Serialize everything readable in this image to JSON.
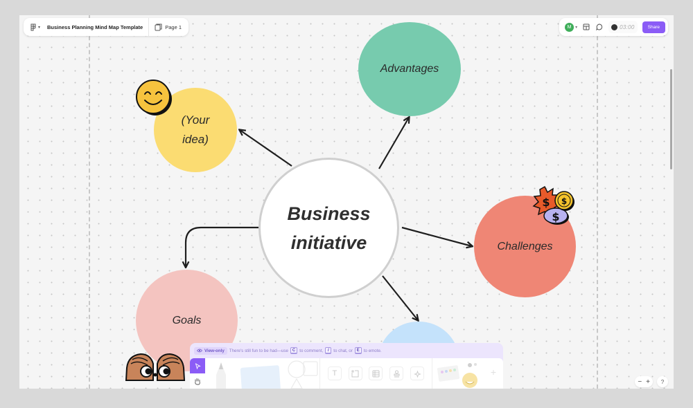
{
  "header": {
    "menu_icon": "figjam-logo-icon",
    "file_title": "Business Planning Mind Map Template",
    "page_label": "Page 1",
    "page_icon": "pages-icon"
  },
  "header_right": {
    "avatar_initial": "M",
    "avatar_color": "#3fae5a",
    "layout_icon": "layout-icon",
    "comment_icon": "comment-icon",
    "timer_text": "03:00",
    "share_label": "Share",
    "share_color": "#8b5cf6"
  },
  "mindmap": {
    "center": {
      "line1": "Business",
      "line2": "initiative",
      "fill": "#ffffff",
      "border": "#cfcfcf"
    },
    "nodes": [
      {
        "id": "idea",
        "line1": "(Your",
        "line2": "idea)",
        "fill": "#fbdc72"
      },
      {
        "id": "advantages",
        "label": "Advantages",
        "fill": "#77cbae"
      },
      {
        "id": "challenges",
        "label": "Challenges",
        "fill": "#ef8675"
      },
      {
        "id": "goals",
        "label": "Goals",
        "fill": "#f4c4c0"
      },
      {
        "id": "bottom",
        "label": "",
        "fill": "#c4e2fb"
      }
    ],
    "stickers": [
      "smiley-face-sticker",
      "money-dollar-coins-sticker",
      "heart-hands-eyes-sticker"
    ]
  },
  "toolbar": {
    "view_only_label": "View-only",
    "hint_prefix": "There's still fun to be had—use",
    "key_comment": "C",
    "hint_comment": "to comment,",
    "key_chat": "/",
    "hint_chat": "to chat, or",
    "key_emote": "E",
    "hint_emote": "to emote.",
    "tools": [
      "select-tool",
      "hand-tool",
      "pencil-tool",
      "sticky-note-tool",
      "shapes-tool",
      "text-tool",
      "section-tool",
      "table-tool",
      "stamp-tool",
      "ai-sparkle-tool",
      "templates-tool",
      "add-more-tool"
    ]
  },
  "zoom_controls": {
    "minus": "−",
    "plus": "+",
    "help": "?"
  }
}
